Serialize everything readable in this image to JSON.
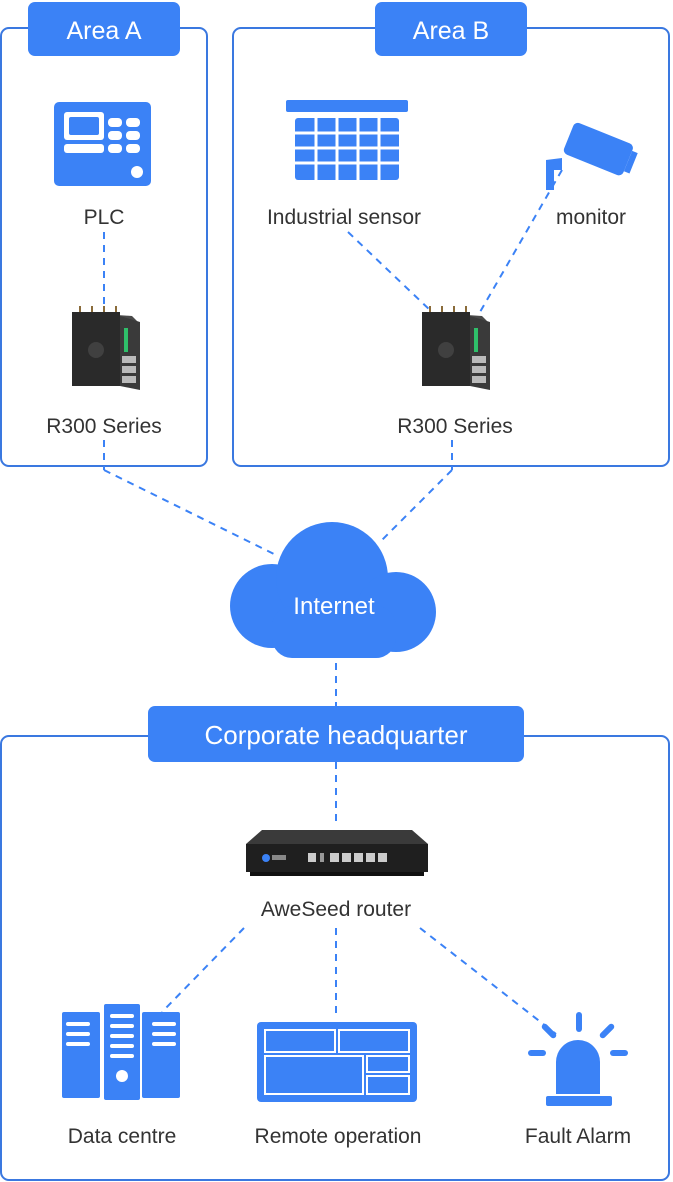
{
  "colors": {
    "accent": "#3b82f6",
    "frame": "#3a78e0",
    "text": "#333333",
    "device": "#2a2a2a"
  },
  "areas": {
    "a": {
      "title": "Area A"
    },
    "b": {
      "title": "Area B"
    },
    "hq": {
      "title": "Corporate headquarter"
    }
  },
  "nodes": {
    "plc": {
      "label": "PLC",
      "icon": "plc-icon"
    },
    "router_a": {
      "label": "R300 Series",
      "icon": "router-device-icon"
    },
    "sensor": {
      "label": "Industrial sensor",
      "icon": "sensor-grid-icon"
    },
    "monitor": {
      "label": "monitor",
      "icon": "security-camera-icon"
    },
    "router_b": {
      "label": "R300 Series",
      "icon": "router-device-icon"
    },
    "internet": {
      "label": "Internet",
      "icon": "cloud-icon"
    },
    "hq_router": {
      "label": "AweSeed router",
      "icon": "rack-router-icon"
    },
    "datacentre": {
      "label": "Data centre",
      "icon": "server-icon"
    },
    "remote": {
      "label": "Remote operation",
      "icon": "dashboard-icon"
    },
    "alarm": {
      "label": "Fault Alarm",
      "icon": "siren-icon"
    }
  }
}
